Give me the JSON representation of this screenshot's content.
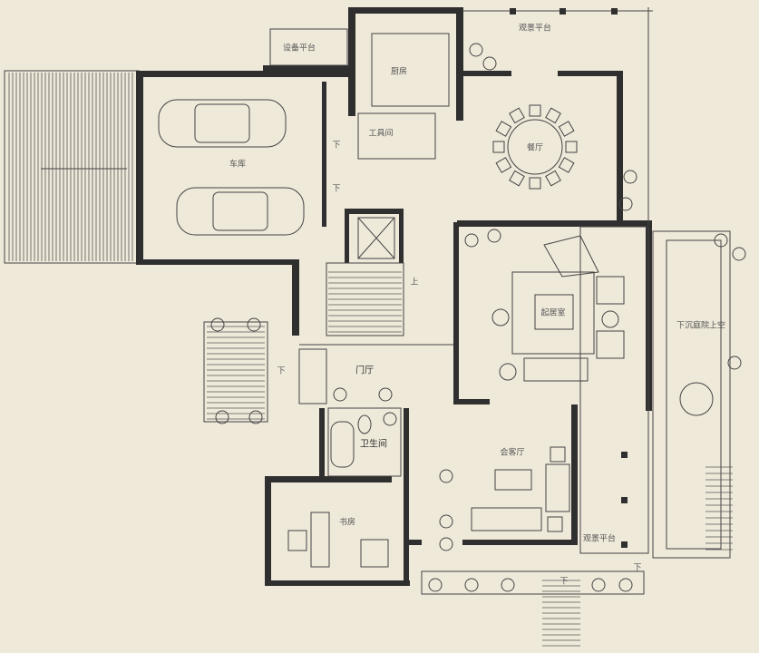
{
  "rooms": {
    "equipment_platform": "设备平台",
    "kitchen": "厨房",
    "viewing_platform_top": "观景平台",
    "tool_room": "工具间",
    "dining_room": "餐厅",
    "garage": "车库",
    "living_room": "起居室",
    "sunken_courtyard_void": "下沉庭院上空",
    "foyer": "门厅",
    "bathroom": "卫生间",
    "reception_room": "会客厅",
    "study": "书房",
    "viewing_platform_bottom": "观景平台"
  },
  "stair_marks": {
    "down_1": "下",
    "down_2": "下",
    "down_3": "下",
    "up_1": "上",
    "down_4": "下",
    "down_5": "下"
  }
}
